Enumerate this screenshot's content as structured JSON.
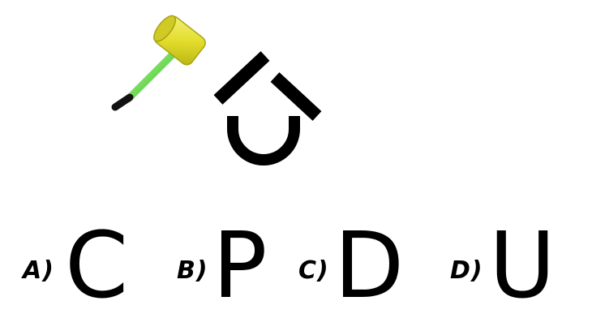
{
  "puzzle": {
    "options": [
      {
        "label": "A)",
        "letter": "C"
      },
      {
        "label": "B)",
        "letter": "P"
      },
      {
        "label": "C)",
        "letter": "D"
      },
      {
        "label": "D)",
        "letter": "U"
      }
    ],
    "icons": {
      "hammer": "hammer-icon",
      "broken_letter": "broken-letter-figure"
    },
    "colors": {
      "hammer_head": "#e5e03a",
      "hammer_handle": "#6fe64a",
      "hammer_grip": "#111111",
      "ink": "#000000",
      "background": "#ffffff"
    }
  }
}
